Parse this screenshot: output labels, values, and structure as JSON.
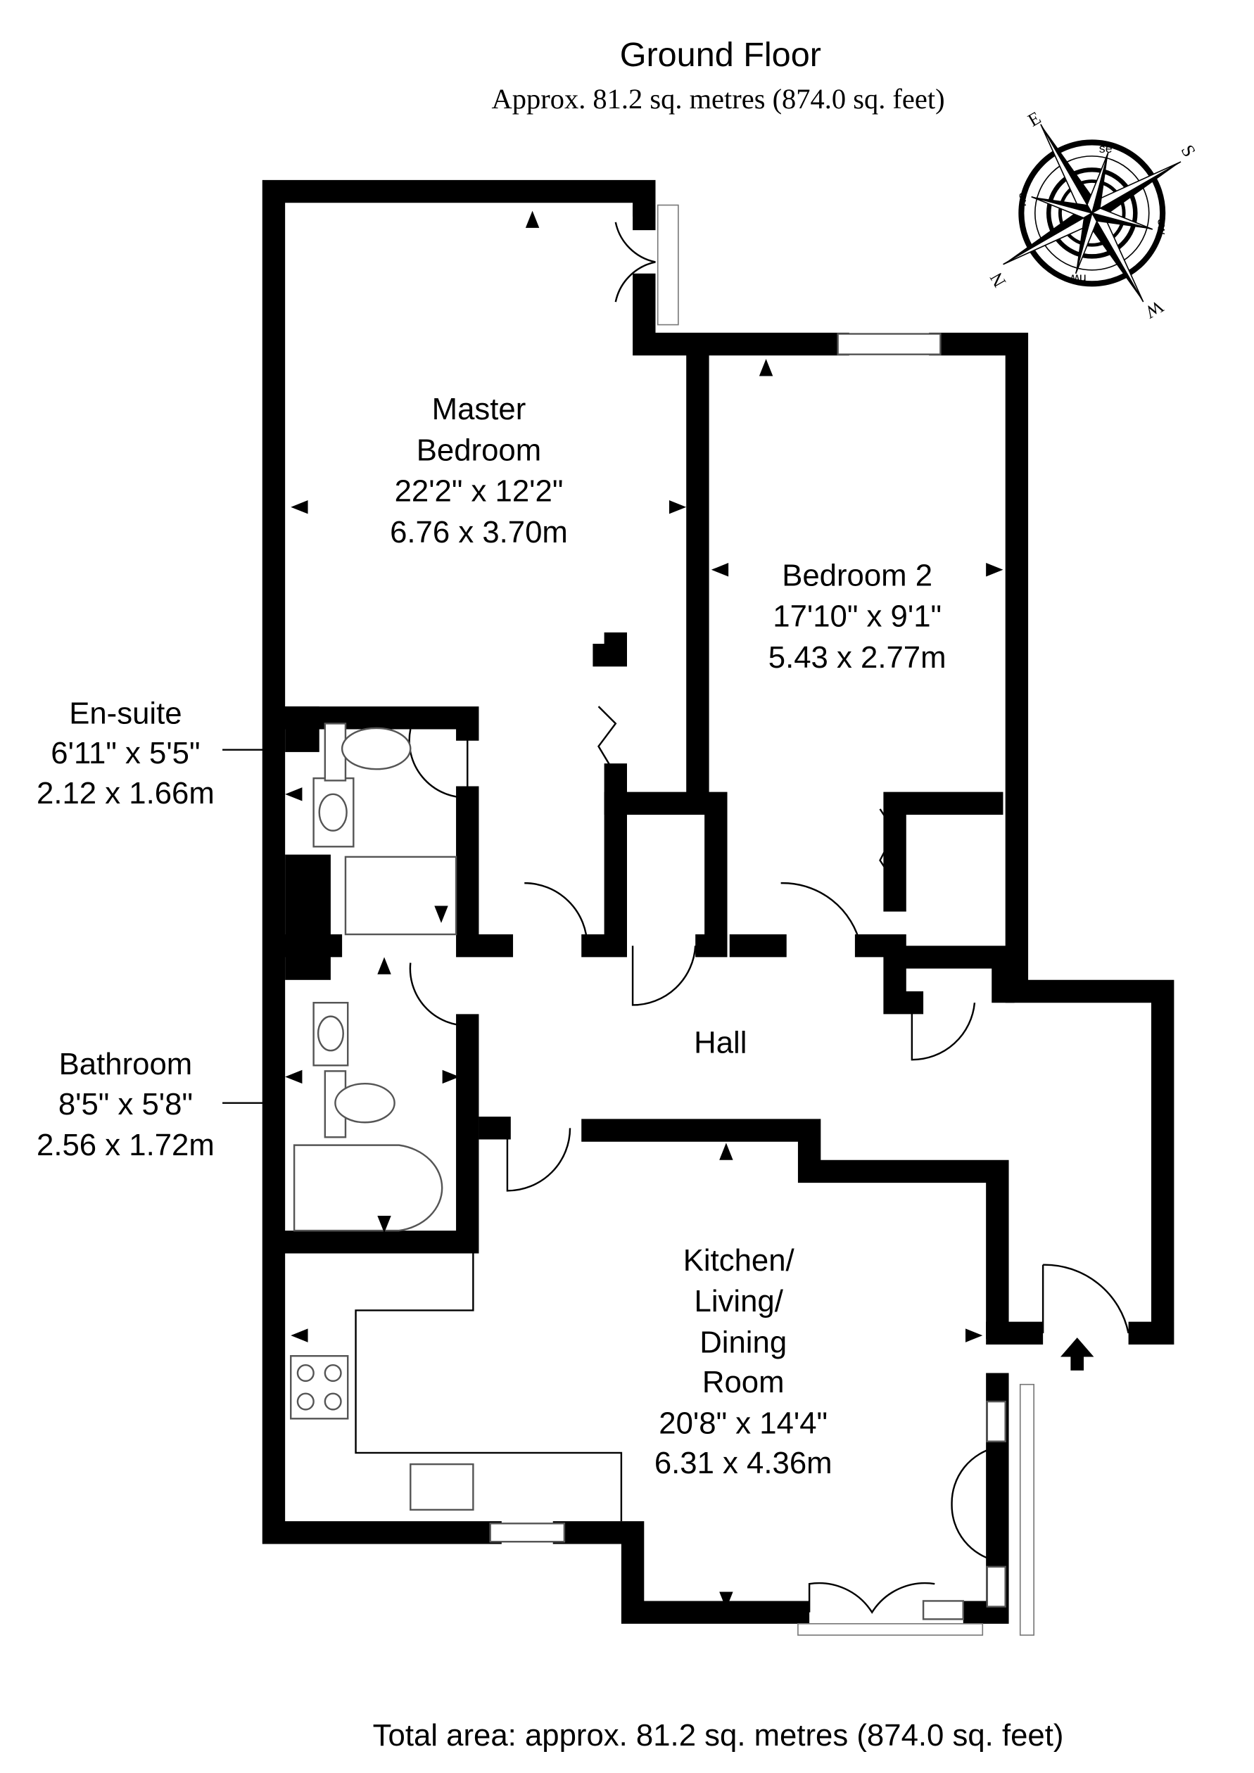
{
  "header": {
    "title": "Ground Floor",
    "subtitle": "Approx. 81.2 sq. metres (874.0 sq. feet)"
  },
  "compass": {
    "major": [
      "N",
      "E",
      "S",
      "W"
    ],
    "minor": [
      "ne",
      "se",
      "sw",
      "nw"
    ]
  },
  "rooms": [
    {
      "name_lines": [
        "Master",
        "Bedroom"
      ],
      "imperial": "22'2\" x 12'2\"",
      "metric": "6.76 x 3.70m"
    },
    {
      "name_lines": [
        "Bedroom 2"
      ],
      "imperial": "17'10\" x 9'1\"",
      "metric": "5.43 x 2.77m"
    },
    {
      "name_lines": [
        "En-suite"
      ],
      "imperial": "6'11\" x 5'5\"",
      "metric": "2.12 x 1.66m"
    },
    {
      "name_lines": [
        "Bathroom"
      ],
      "imperial": "8'5\" x 5'8\"",
      "metric": "2.56 x 1.72m"
    },
    {
      "name_lines": [
        "Hall"
      ]
    },
    {
      "name_lines": [
        "Kitchen/",
        "Living/",
        "Dining",
        "Room"
      ],
      "imperial": "20'8\" x 14'4\"",
      "metric": "6.31 x 4.36m"
    }
  ],
  "footer": {
    "total": "Total area: approx. 81.2 sq. metres (874.0 sq. feet)"
  }
}
